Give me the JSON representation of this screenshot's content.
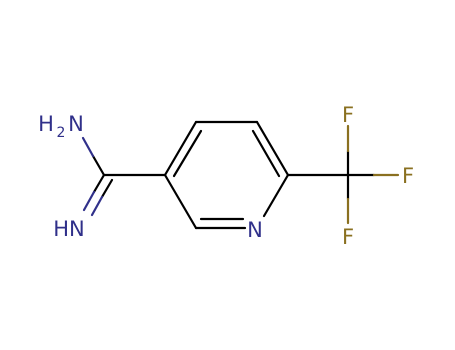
{
  "molecule": {
    "atoms": {
      "n_ring": "N",
      "nh_imine": "HN",
      "nh2_h": "H",
      "nh2_sub": "2",
      "nh2_n": "N",
      "f_top": "F",
      "f_right": "F",
      "f_bottom": "F"
    },
    "colors": {
      "bond": "#000000",
      "nitrogen": "#30308a",
      "fluorine": "#8a7020"
    }
  }
}
